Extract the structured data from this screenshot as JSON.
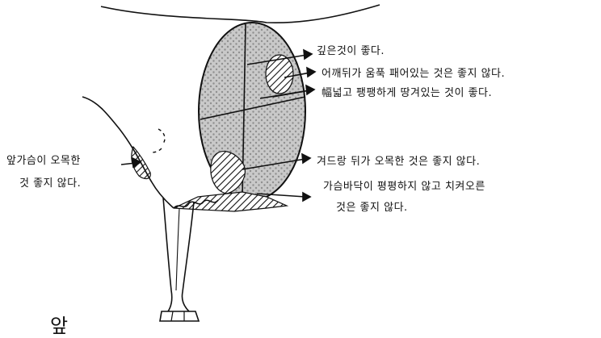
{
  "annotations": {
    "chest_deep": "깊은것이 좋다.",
    "shoulder_hollow": "어깨뒤가 움푹 패어있는 것은 좋지 않다.",
    "wide_taut": "幅넓고 팽팽하게 땅겨있는 것이 좋다.",
    "armpit_hollow": "겨드랑 뒤가 오목한 것은 좋지 않다.",
    "brisket_uneven_1": "가슴바닥이 평평하지 않고 치켜오른",
    "brisket_uneven_2": "것은 좋지 않다.",
    "front_chest_1": "앞가슴이 오목한",
    "front_chest_2": "것 좋지 않다."
  },
  "figure_caption": "앞",
  "colors": {
    "line": "#111111",
    "shade": "#bdbdbd"
  }
}
